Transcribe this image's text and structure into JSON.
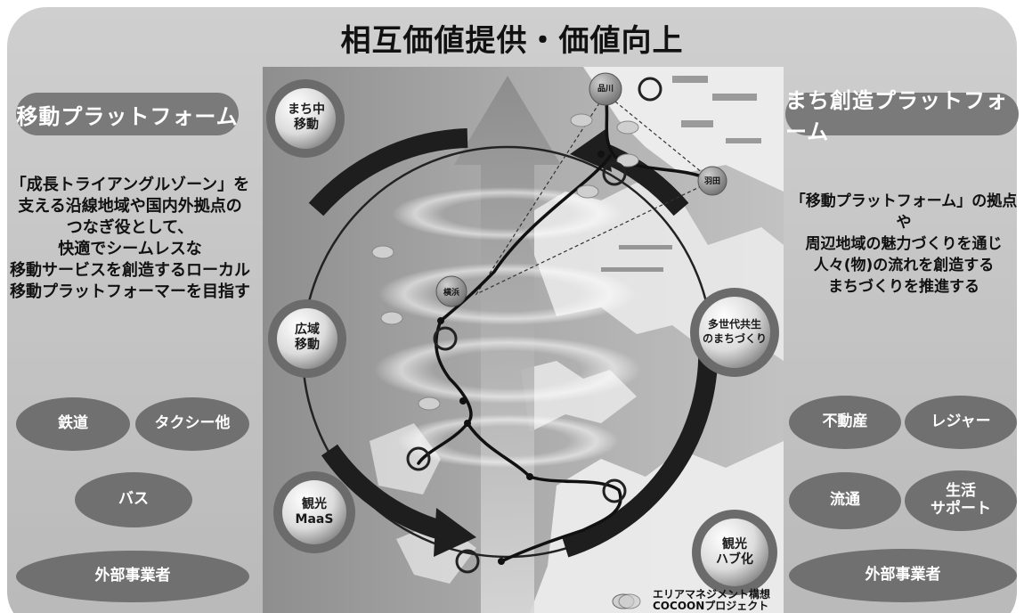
{
  "title": "相互価値提供・価値向上",
  "left": {
    "header": "移動プラットフォーム",
    "description": "「成長トライアングルゾーン」を\n支える沿線地域や国内外拠点の\nつなぎ役として、\n快適でシームレスな\n移動サービスを創造するローカル\n移動プラットフォーマーを目指す",
    "items": [
      "鉄道",
      "タクシー他",
      "バス",
      "外部事業者"
    ]
  },
  "right": {
    "header": "まち創造プラットフォーム",
    "description": "「移動プラットフォーム」の拠点や\n周辺地域の魅力づくりを通じ\n人々(物)の流れを創造する\nまちづくりを推進する",
    "items": [
      "不動産",
      "レジャー",
      "流通",
      "生活\nサポート",
      "外部事業者"
    ]
  },
  "cycles": {
    "machinaka": "まち中\n移動",
    "kouiki": "広域\n移動",
    "kankou_maas": "観光\nMaaS",
    "tasedai": "多世代共生\nのまちづくり",
    "kankou_hub": "観光\nハブ化"
  },
  "places": {
    "shinagawa": "品川",
    "haneda": "羽田",
    "yokohama": "横浜"
  },
  "legend": {
    "text": "エリアマネジメント構想\nCOCOONプロジェクト"
  },
  "colors": {
    "panel": "#c4c4c4",
    "pill": "#7a7a7a",
    "ellipse": "#707070",
    "map_land": "#e6e6e6",
    "arrow_dark": "#2a2a2a"
  }
}
